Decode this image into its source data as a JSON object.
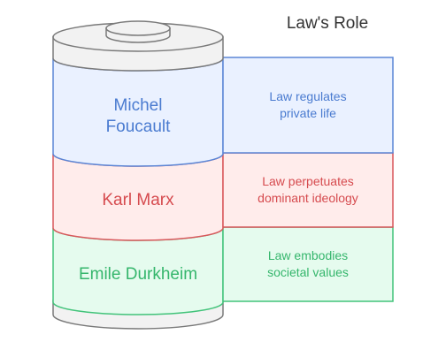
{
  "title": "Law's Role",
  "segments": [
    {
      "name": "Michel\nFoucault",
      "description": "Law regulates\nprivate life",
      "stroke": "#5b86d6",
      "fill": "#eaf1ff",
      "text_color": "#4a7bd0"
    },
    {
      "name": "Karl Marx",
      "description": "Law perpetuates\ndominant ideology",
      "stroke": "#d9575b",
      "fill": "#ffeceb",
      "text_color": "#d64b4f"
    },
    {
      "name": "Emile Durkheim",
      "description": "Law embodies\nsocietal values",
      "stroke": "#42c37a",
      "fill": "#e5fbee",
      "text_color": "#35b66c"
    }
  ],
  "battery_colors": {
    "stroke": "#7a7a7a",
    "cap_fill": "#f2f2f2"
  }
}
